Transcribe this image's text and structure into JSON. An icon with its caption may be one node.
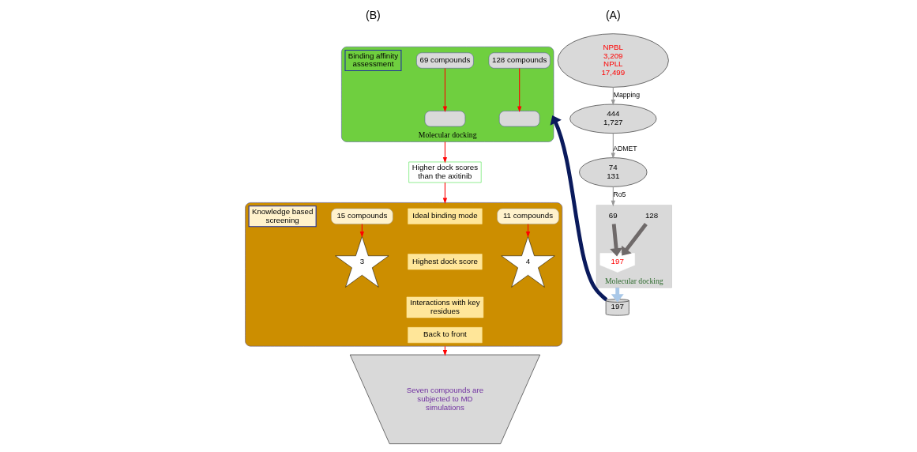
{
  "diagram": {
    "nodes": [
      {
        "text": [
          "NPBL",
          "3,209",
          "NPLL",
          "17,499"
        ]
      },
      {
        "text": [
          "444",
          "1,727"
        ]
      },
      {
        "text": [
          "74",
          "131"
        ]
      },
      {
        "text": [
          "Molecular docking"
        ]
      },
      {
        "text": [
          "69"
        ],
        "in": 3
      },
      {
        "text": [
          "128"
        ],
        "in": 3
      },
      {
        "text": [
          "197"
        ],
        "in": 3
      },
      {
        "text": [
          "197"
        ]
      },
      {
        "text": [
          "Molecular docking"
        ]
      },
      {
        "text": [
          "Binding affinity assessment"
        ],
        "in": 8
      },
      {
        "text": [
          "69 compounds"
        ],
        "in": 8
      },
      {
        "text": [
          "128 compounds"
        ],
        "in": 8
      },
      {
        "text": [],
        "shape": "box",
        "in": 8
      },
      {
        "text": [],
        "shape": "box",
        "in": 8
      },
      {
        "text": [
          "Higher dock scores than the axitinib"
        ]
      },
      {
        "text": [],
        "shape": "box"
      },
      {
        "text": [
          "Knowledge based screening"
        ],
        "in": 15
      },
      {
        "text": [
          "15 compounds"
        ],
        "in": 15
      },
      {
        "text": [
          "11 compounds"
        ],
        "in": 15
      },
      {
        "text": [
          "Ideal binding mode"
        ],
        "in": 15
      },
      {
        "text": [
          "Highest dock score"
        ],
        "in": 15
      },
      {
        "text": [
          "Interactions with key residues"
        ],
        "in": 15
      },
      {
        "text": [
          "Back to front"
        ],
        "in": 15
      },
      {
        "text": [
          "3"
        ],
        "in": 15
      },
      {
        "text": [
          "4"
        ],
        "in": 15
      },
      {
        "text": [
          "Seven compounds are subjected to MD simulations"
        ]
      }
    ],
    "edges": [
      {
        "from": 0,
        "to": 1,
        "arrow": "to",
        "label": "Mapping",
        "color": "#999999"
      },
      {
        "from": 1,
        "to": 2,
        "arrow": "to",
        "label": "ADMET",
        "color": "#999999"
      },
      {
        "from": 2,
        "to": 3,
        "arrow": "to",
        "label": "Ro5",
        "color": "#999999"
      },
      {
        "from": 4,
        "to": 6,
        "arrow": "to",
        "style": "thick",
        "color": "#6f6a6a"
      },
      {
        "from": 5,
        "to": 6,
        "arrow": "to",
        "style": "thick",
        "color": "#6f6a6a"
      },
      {
        "from": 3,
        "to": 7,
        "arrow": "to",
        "style": "thick",
        "color": "#a9c8e8"
      },
      {
        "from": 7,
        "to": 8,
        "arrow": "to",
        "style": "thick",
        "color": "#0a1a5c"
      },
      {
        "from": 10,
        "to": 12,
        "arrow": "to"
      },
      {
        "from": 11,
        "to": 13,
        "arrow": "to"
      },
      {
        "from": 8,
        "to": 14,
        "arrow": "to"
      },
      {
        "from": 14,
        "to": 15,
        "arrow": "to"
      },
      {
        "from": 17,
        "to": 23,
        "arrow": "to"
      },
      {
        "from": 18,
        "to": 24,
        "arrow": "to"
      },
      {
        "from": 15,
        "to": 25,
        "arrow": "to"
      }
    ],
    "labels": [
      "(A)",
      "(B)"
    ]
  }
}
